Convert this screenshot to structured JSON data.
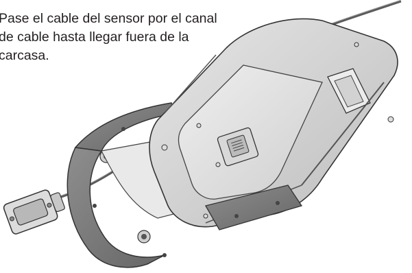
{
  "instruction": {
    "lines": [
      "Pase el cable del sensor por el canal",
      "de cable hasta llegar fuera de la",
      "carcasa."
    ]
  }
}
